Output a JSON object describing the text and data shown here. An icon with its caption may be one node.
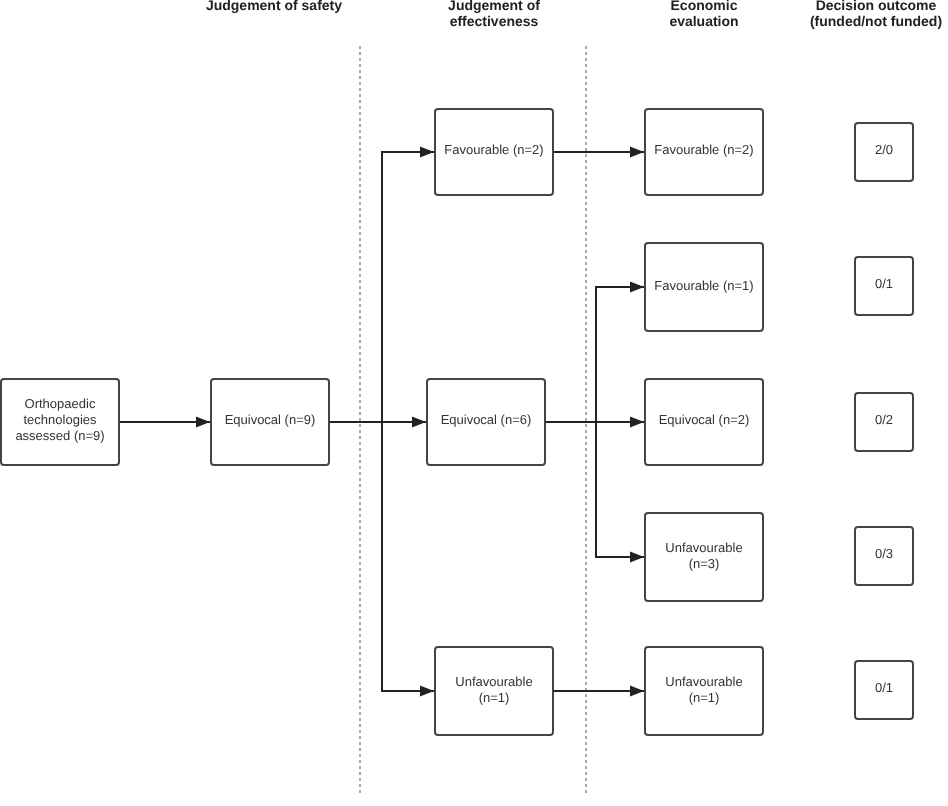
{
  "diagram": {
    "nodes": [
      {
        "text": [
          "Orthopaedic technologies assessed (n=9)"
        ]
      },
      {
        "text": [
          "Equivocal (n=9)"
        ]
      },
      {
        "text": [
          "Favourable (n=2)"
        ]
      },
      {
        "text": [
          "Equivocal (n=6)"
        ]
      },
      {
        "text": [
          "Unfavourable (n=1)"
        ]
      },
      {
        "text": [
          "Favourable (n=2)"
        ]
      },
      {
        "text": [
          "Favourable (n=1)"
        ]
      },
      {
        "text": [
          "Equivocal (n=2)"
        ]
      },
      {
        "text": [
          "Unfavourable (n=3)"
        ]
      },
      {
        "text": [
          "Unfavourable (n=1)"
        ]
      },
      {
        "text": [
          "2/0"
        ]
      },
      {
        "text": [
          "0/1"
        ]
      },
      {
        "text": [
          "0/2"
        ]
      },
      {
        "text": [
          "0/3"
        ]
      },
      {
        "text": [
          "0/1"
        ]
      }
    ],
    "edges": [
      {
        "from": 0,
        "to": 1,
        "arrow": "to"
      },
      {
        "from": 1,
        "to": 2,
        "arrow": "to"
      },
      {
        "from": 1,
        "to": 3,
        "arrow": "to"
      },
      {
        "from": 1,
        "to": 4,
        "arrow": "to"
      },
      {
        "from": 2,
        "to": 5,
        "arrow": "to"
      },
      {
        "from": 3,
        "to": 6,
        "arrow": "to"
      },
      {
        "from": 3,
        "to": 7,
        "arrow": "to"
      },
      {
        "from": 3,
        "to": 8,
        "arrow": "to"
      },
      {
        "from": 4,
        "to": 9,
        "arrow": "to"
      }
    ],
    "labels": [
      "Judgement of safety",
      "Judgement of effectiveness",
      "Economic evaluation",
      "Decision outcome (funded/not funded)"
    ]
  }
}
